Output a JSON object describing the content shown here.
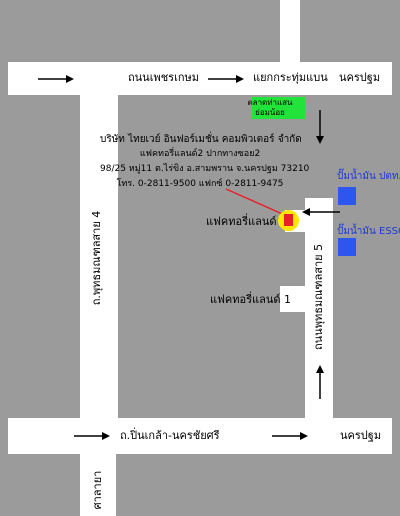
{
  "roads": {
    "top_road_name": "ถนนเพชรเกษม",
    "top_junction": "แยกกระทุ่มแบน",
    "top_right_dest": "นครปฐม",
    "bottom_road_name": "ถ.ปิ่นเกล้า-นครชัยศรี",
    "bottom_right_dest": "นครปฐม",
    "left_vertical_road": "ถ.พุทธมณฑลสาย 4",
    "right_vertical_road": "ถนนพุทธมณฑลสาย 5",
    "bottom_left_road": "ศาลายา"
  },
  "landmarks": {
    "market": "ตลาดท่าแสน ย่อมน้อย",
    "ptt_station": "ปั๊มน้ำมัน ปตท.",
    "esso_station": "ปั๊มน้ำมัน ESSO",
    "factory_2": "แฟคทอรี่แลนด์ 2",
    "factory_1": "แฟคทอรี่แลนด์ 1"
  },
  "company": {
    "name": "บริษัท ไทยเวย์ อินฟอร์เมชั่น คอมพิวเตอร์ จำกัด",
    "location": "แฟคทอรี่แลนด์2 ปากทางซอย2",
    "address": "98/25 หมู่11 ต.ไร่ขิง อ.สามพราน จ.นครปฐม 73210",
    "phone": "โทร. 0-2811-9500 แฟกซ์ 0-2811-9475"
  },
  "colors": {
    "background": "#9b9b9b",
    "road": "#ffffff",
    "marker_fill": "#e8202a",
    "marker_halo": "#ffe600",
    "station": "#2c57ee",
    "market": "#22e33a",
    "pointer_line": "#e8202a"
  }
}
